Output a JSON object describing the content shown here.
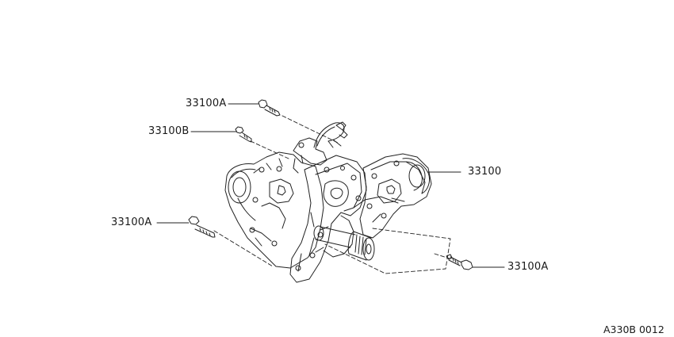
{
  "callouts": {
    "bolt_top_left": "33100A",
    "bolt_upper": "33100B",
    "assembly": "33100",
    "bolt_lower_left": "33100A",
    "bolt_lower_right": "33100A"
  },
  "figure_ref": "A330B 0012"
}
